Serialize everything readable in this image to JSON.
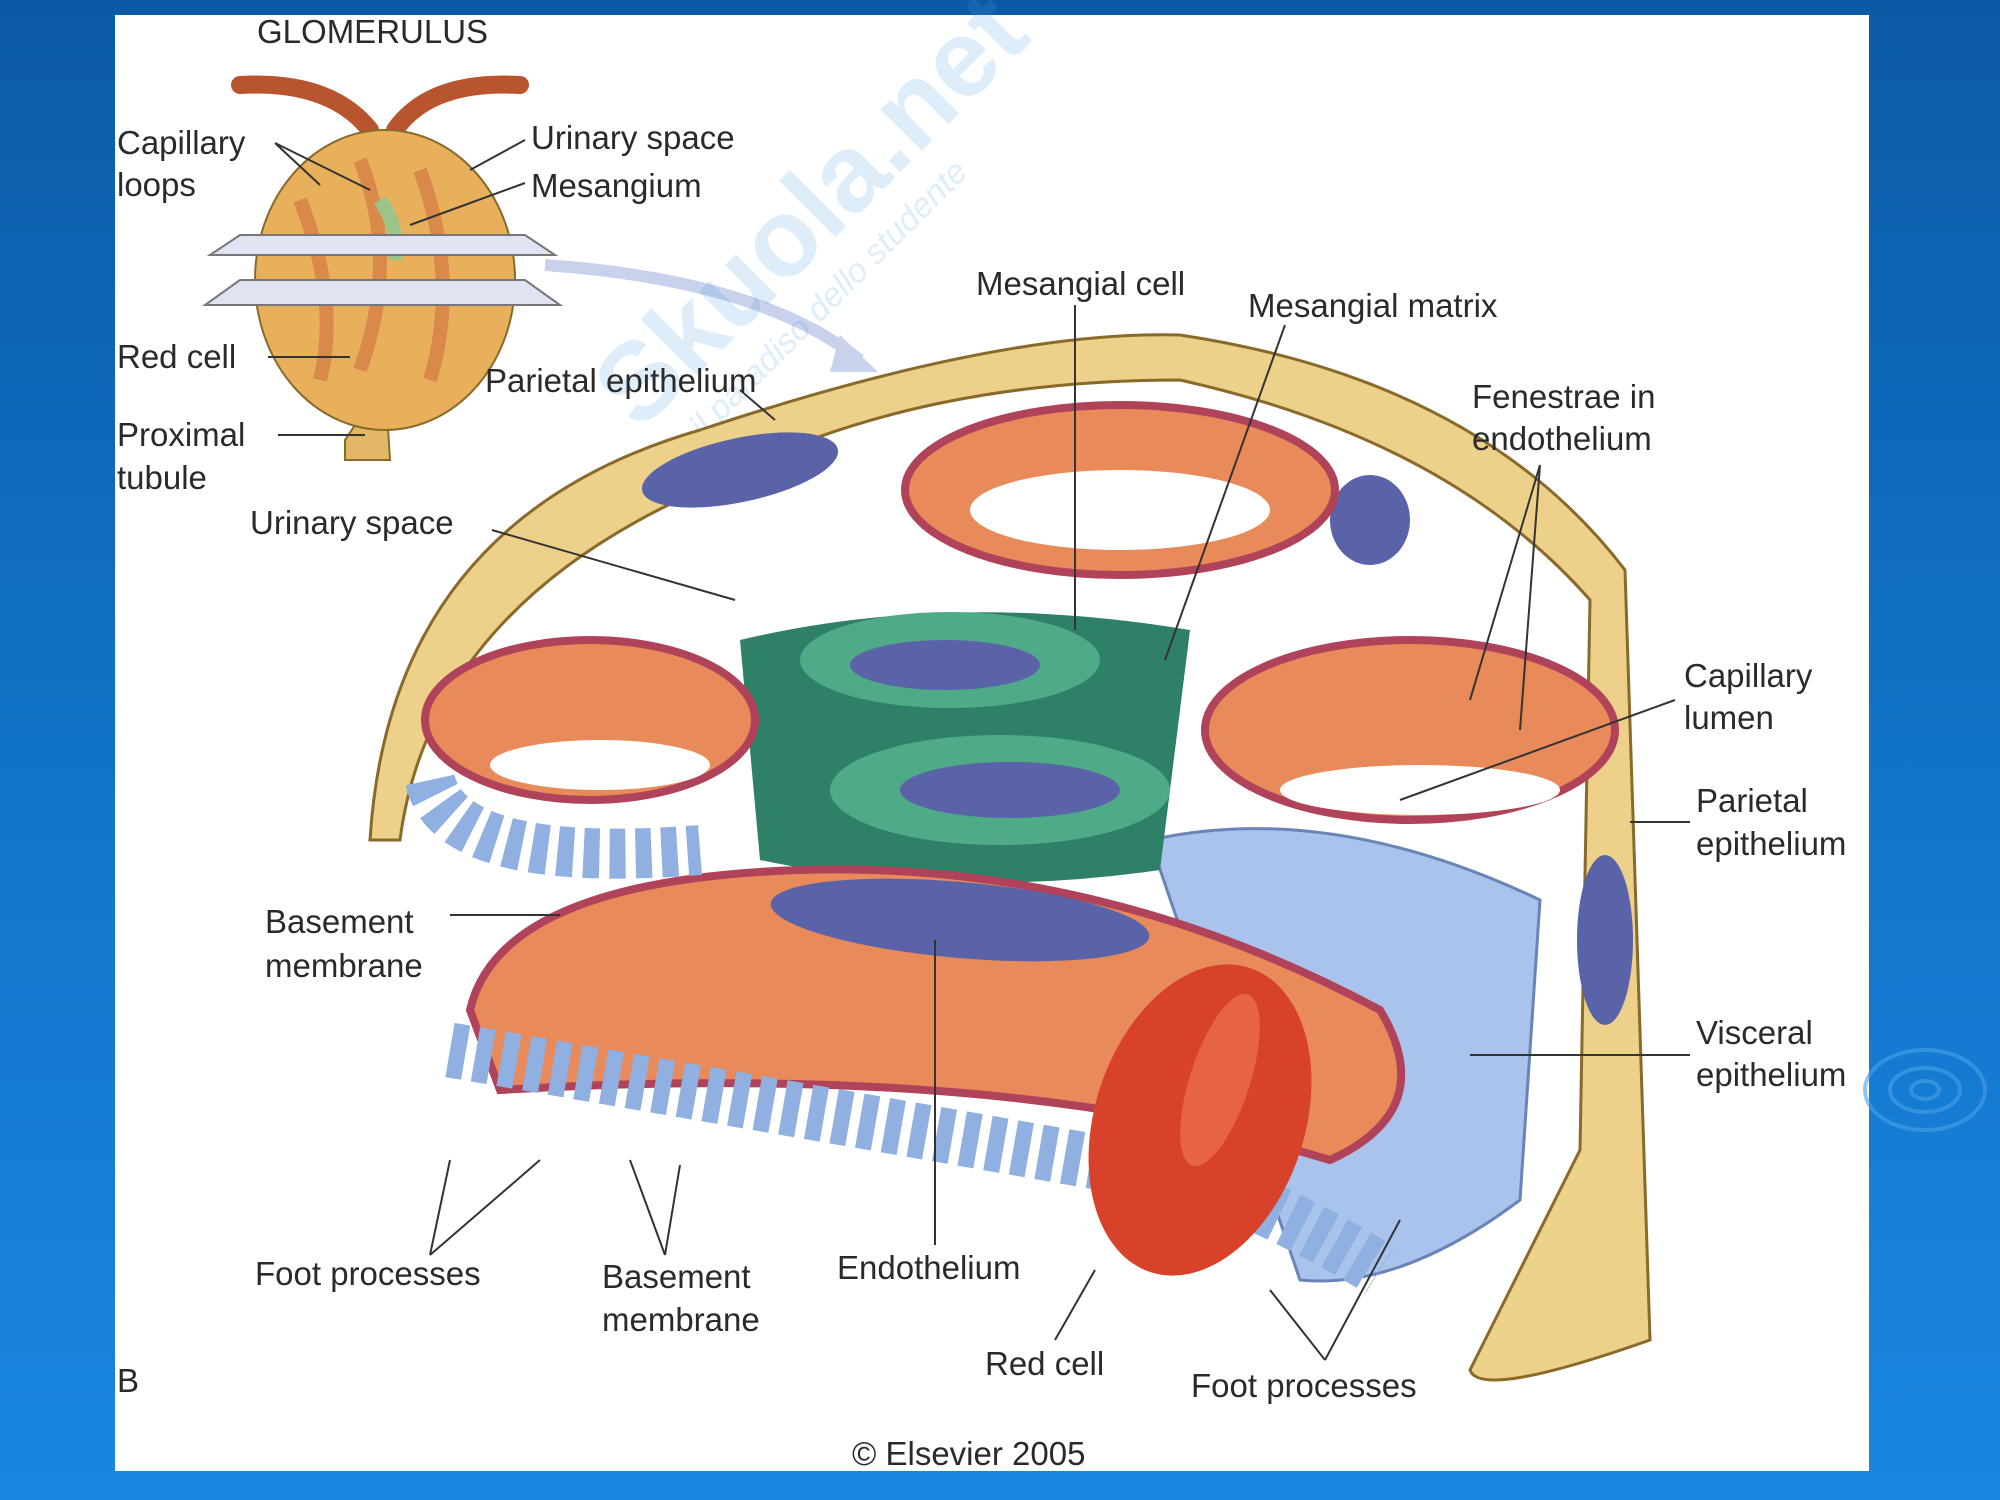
{
  "figure": {
    "title": "GLOMERULUS",
    "panel_letter": "B",
    "copyright": "© Elsevier 2005",
    "watermark": {
      "brand": "Skuola.net",
      "tagline": "il paradiso dello studente"
    },
    "inset_labels": {
      "capillary_loops": [
        "Capillary",
        "loops"
      ],
      "urinary_space": "Urinary space",
      "mesangium": "Mesangium",
      "red_cell": "Red cell",
      "proximal_tubule": [
        "Proximal",
        "tubule"
      ]
    },
    "main_labels": {
      "parietal_epithelium_top": "Parietal epithelium",
      "urinary_space": "Urinary space",
      "mesangial_cell": "Mesangial cell",
      "mesangial_matrix": "Mesangial matrix",
      "fenestrae": [
        "Fenestrae in",
        "endothelium"
      ],
      "capillary_lumen": [
        "Capillary",
        "lumen"
      ],
      "parietal_epithelium_right": [
        "Parietal",
        "epithelium"
      ],
      "basement_membrane_left": [
        "Basement",
        "membrane"
      ],
      "visceral_epithelium": [
        "Visceral",
        "epithelium"
      ],
      "foot_processes_left": "Foot processes",
      "basement_membrane_bottom": [
        "Basement",
        "membrane"
      ],
      "endothelium": "Endothelium",
      "red_cell": "Red cell",
      "foot_processes_right": "Foot processes"
    }
  }
}
